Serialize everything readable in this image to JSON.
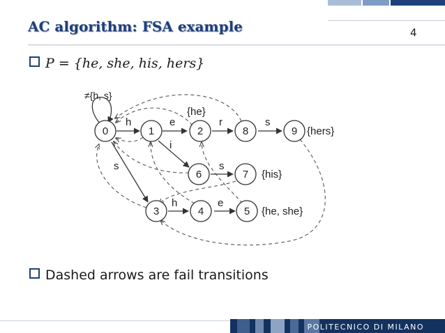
{
  "slide": {
    "title": "AC algorithm: FSA example",
    "page_number": "4",
    "bullet1_math": "P = {he, she, his, hers}",
    "bullet2": "Dashed arrows are fail transitions",
    "footer": "POLITECNICO DI MILANO",
    "colors": {
      "title": "#1f3f7a",
      "footer": "#14325f",
      "bars": [
        "#a9bdd8",
        "#7f9cc4",
        "#1f3f7a"
      ]
    }
  },
  "diagram": {
    "states": [
      "0",
      "1",
      "2",
      "8",
      "9",
      "6",
      "7",
      "3",
      "4",
      "5"
    ],
    "self_loop_label": "≠{h, s}",
    "edges": [
      {
        "from": "0",
        "to": "1",
        "label": "h"
      },
      {
        "from": "1",
        "to": "2",
        "label": "e"
      },
      {
        "from": "2",
        "to": "8",
        "label": "r"
      },
      {
        "from": "8",
        "to": "9",
        "label": "s"
      },
      {
        "from": "1",
        "to": "6",
        "label": "i"
      },
      {
        "from": "6",
        "to": "7",
        "label": "s"
      },
      {
        "from": "0",
        "to": "3",
        "label": "s"
      },
      {
        "from": "3",
        "to": "4",
        "label": "h"
      },
      {
        "from": "4",
        "to": "5",
        "label": "e"
      }
    ],
    "outputs": {
      "2": "{he}",
      "9": "{hers}",
      "7": "{his}",
      "5": "{he, she}"
    },
    "fail_transitions": [
      {
        "from": "2",
        "to": "0"
      },
      {
        "from": "8",
        "to": "0"
      },
      {
        "from": "9",
        "to": "3"
      },
      {
        "from": "6",
        "to": "0"
      },
      {
        "from": "7",
        "to": "3"
      },
      {
        "from": "3",
        "to": "0"
      },
      {
        "from": "4",
        "to": "1"
      },
      {
        "from": "5",
        "to": "2"
      },
      {
        "from": "1",
        "to": "0"
      }
    ]
  }
}
